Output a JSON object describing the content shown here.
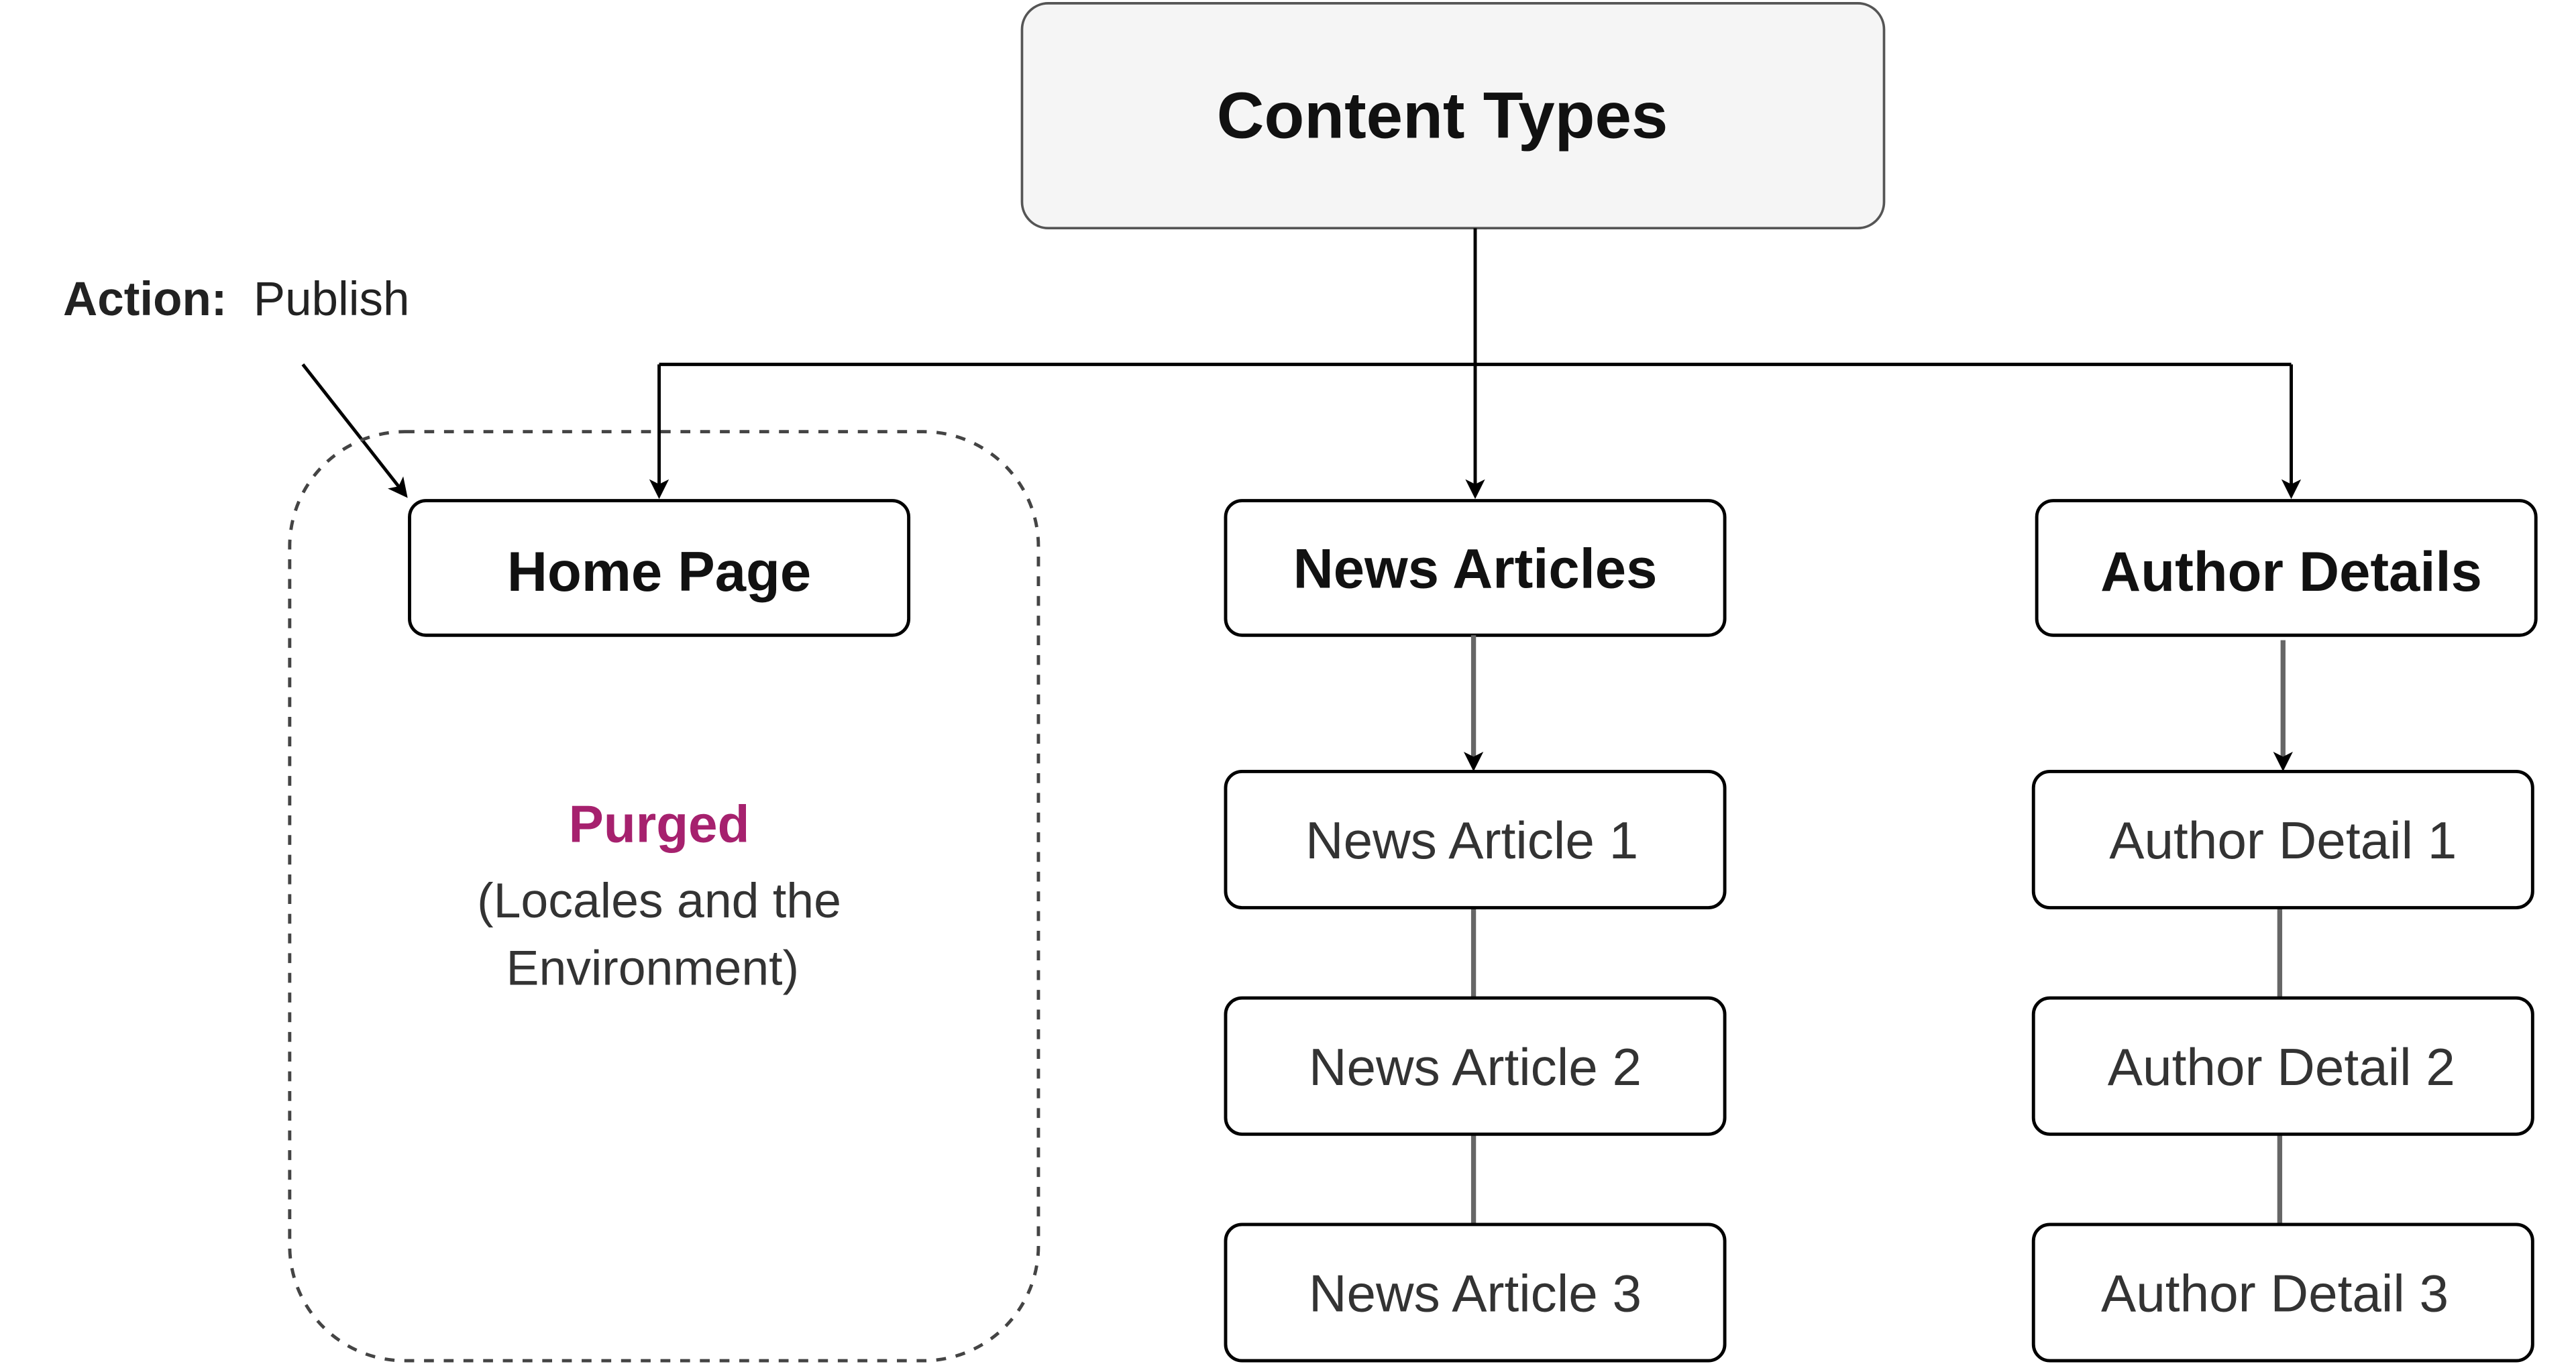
{
  "root": {
    "label": "Content Types"
  },
  "annotation": {
    "bold": "Action:",
    "text": "Publish"
  },
  "branches": {
    "home": {
      "label": "Home Page",
      "status": "Purged",
      "note_line1": "(Locales and the",
      "note_line2": "Environment)"
    },
    "news": {
      "label": "News Articles",
      "items": [
        "News Article 1",
        "News Article 2",
        "News Article 3"
      ]
    },
    "author": {
      "label": "Author Details",
      "items": [
        "Author Detail 1",
        "Author Detail 2",
        "Author Detail 3"
      ]
    }
  },
  "colors": {
    "root_fill": "#f5f5f5",
    "stroke": "#000000",
    "item_text": "#333333",
    "purged": "#a6216e",
    "connector": "#666666"
  }
}
